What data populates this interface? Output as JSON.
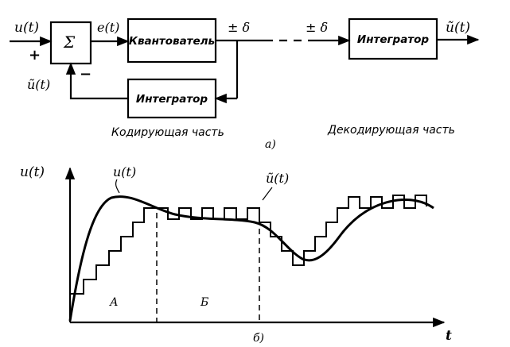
{
  "block_diagram": {
    "input_label": "u(t)",
    "plus_sign": "+",
    "minus_sign": "−",
    "summer_symbol": "Σ",
    "error_label": "e(t)",
    "quantizer_label": "Квантователь",
    "delta_out_label": "± δ",
    "delta_in_label": "± δ",
    "integrator_decoder_label": "Интегратор",
    "output_label": "ũ(t)",
    "feedback_label": "ũ(t)",
    "integrator_feedback_label": "Интегратор",
    "encoder_caption": "Кодирующая часть",
    "decoder_caption": "Декодирующая часть",
    "part_label": "а)"
  },
  "waveform_plot": {
    "y_axis_label": "u(t)",
    "x_axis_label": "t",
    "curve_label": "u(t)",
    "stair_label": "ũ(t)",
    "region_a": "А",
    "region_b": "Б",
    "part_label": "б)"
  }
}
